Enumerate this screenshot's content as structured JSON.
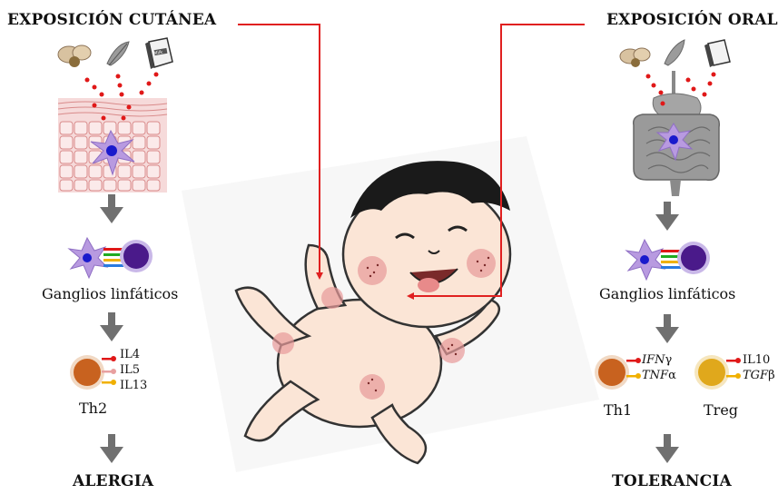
{
  "left": {
    "title": "EXPOSICIÓN CUTÁNEA",
    "nodes_label": "Ganglios linfáticos",
    "cytokines": [
      "IL4",
      "IL5",
      "IL13"
    ],
    "cell_label": "Th2",
    "outcome": "ALERGIA"
  },
  "right": {
    "title": "EXPOSICIÓN ORAL",
    "nodes_label": "Ganglios linfáticos",
    "th1": {
      "cyto_a_main": "IFN",
      "cyto_a_suffix": "γ",
      "cyto_b_main": "TNF",
      "cyto_b_suffix": "α",
      "label": "Th1"
    },
    "treg": {
      "cyto_a": "IL10",
      "cyto_b_main": "TGF",
      "cyto_b_suffix": "β",
      "label": "Treg"
    },
    "outcome": "TOLERANCIA"
  },
  "package_text": "Milk",
  "colors": {
    "connector": "#e02020",
    "arrow": "#707070",
    "dendritic_cell": "#b89ae0",
    "t_cell": "#4a1a8a",
    "th2_th1_cell": "#c8621f",
    "treg_cell": "#e0a81c",
    "allergen_dots": "#e01818"
  }
}
